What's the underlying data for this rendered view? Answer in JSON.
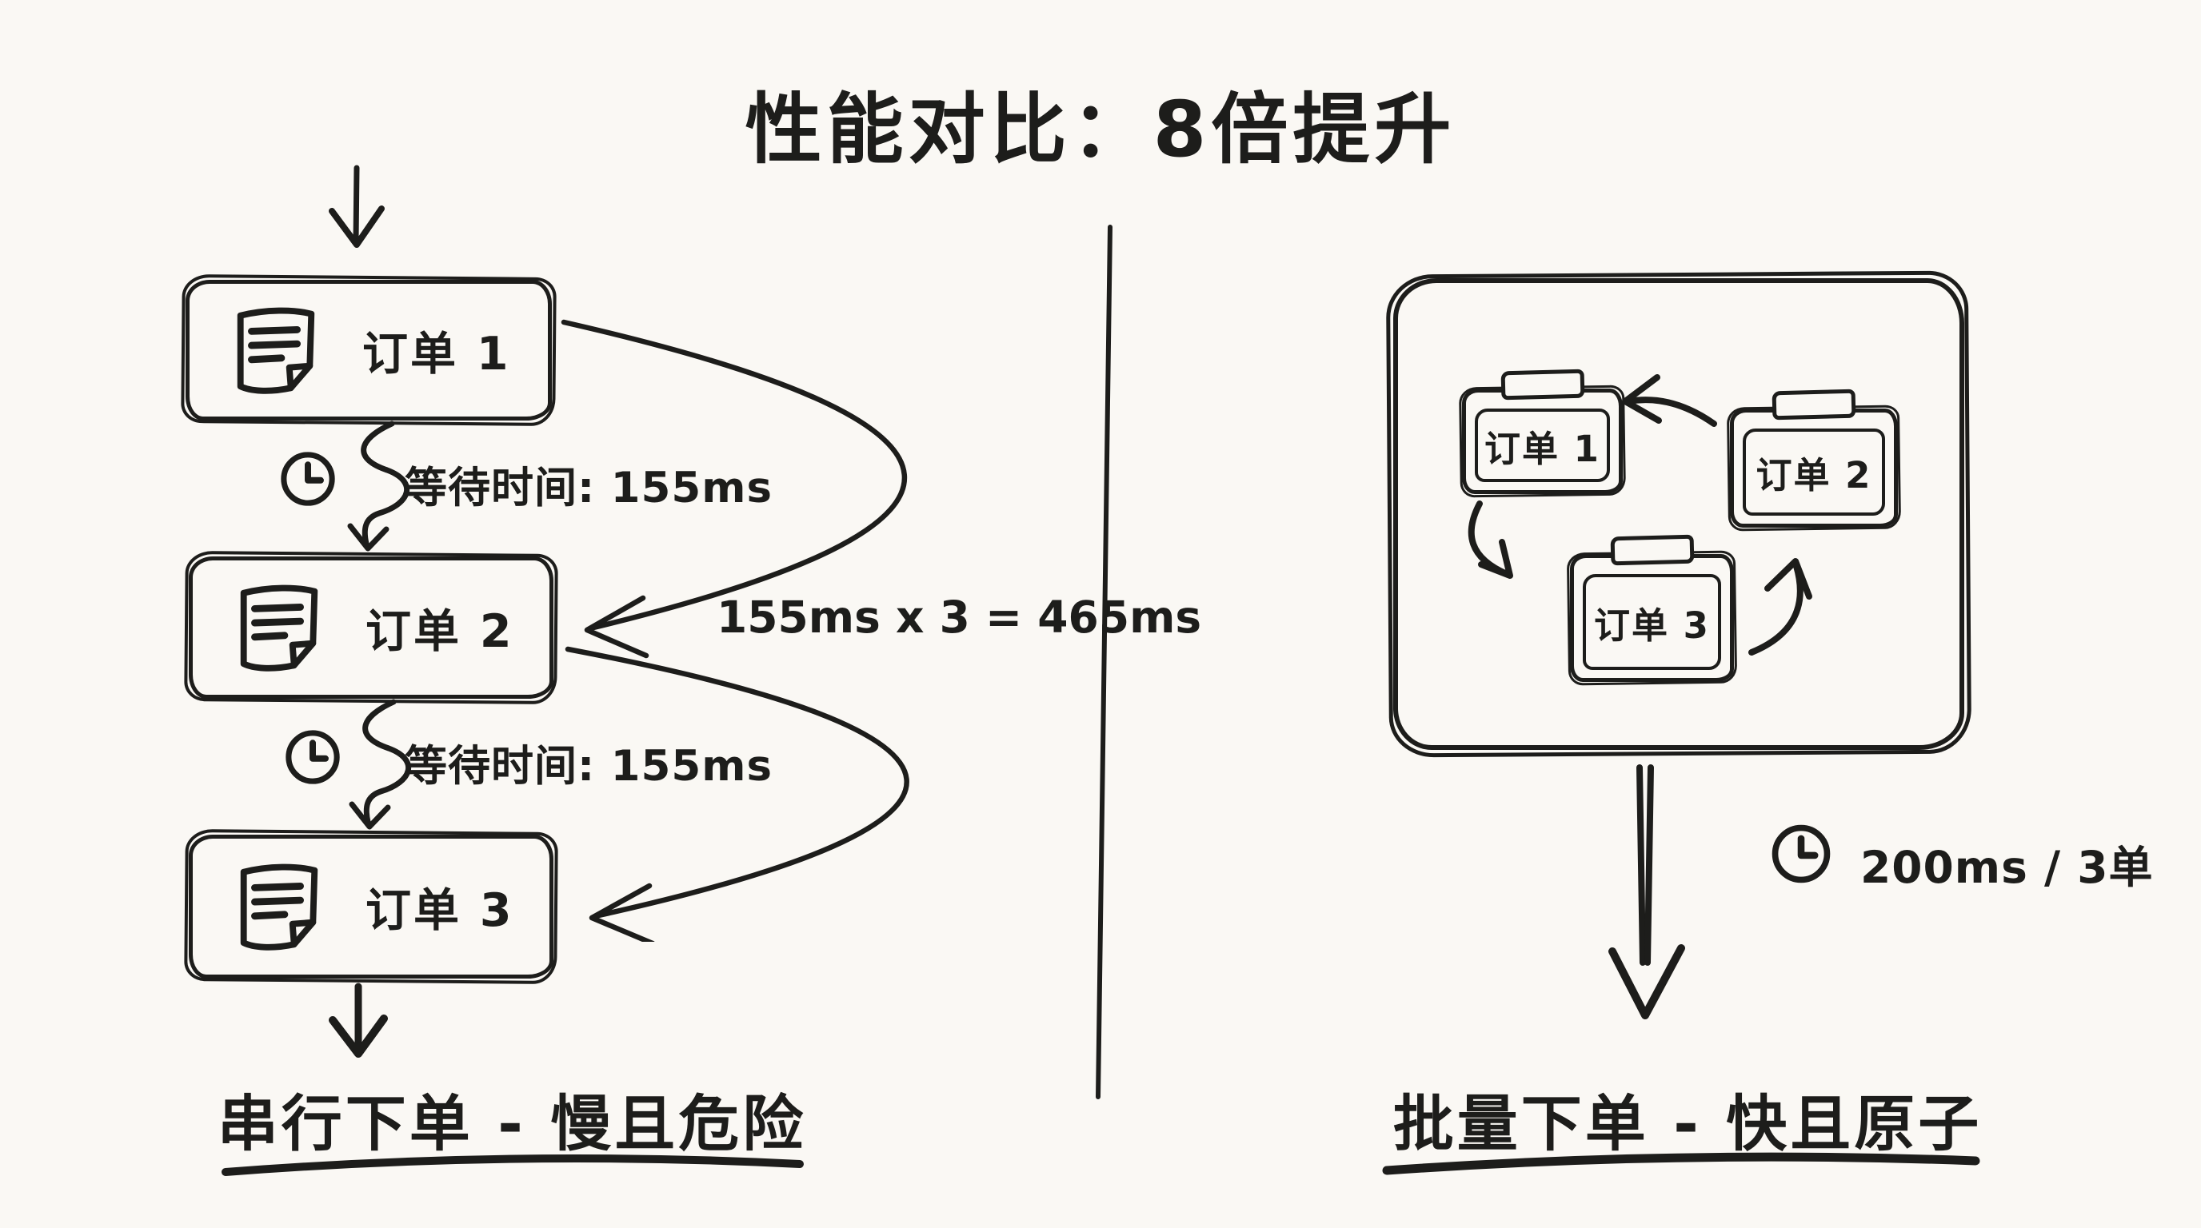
{
  "title": "性能对比：8倍提升",
  "colors": {
    "ink": "#1d1d1b",
    "background": "#faf8f4"
  },
  "icons_used": [
    "document-icon",
    "clock-icon",
    "down-arrow-icon",
    "curved-arrow-icon",
    "clipboard-icon"
  ],
  "left": {
    "orders": [
      {
        "label": "订单 1",
        "icon": "document-icon"
      },
      {
        "label": "订单 2",
        "icon": "document-icon"
      },
      {
        "label": "订单 3",
        "icon": "document-icon"
      }
    ],
    "waits": [
      {
        "icon": "clock-icon",
        "label": "等待时间: 155ms"
      },
      {
        "icon": "clock-icon",
        "label": "等待时间: 155ms"
      }
    ],
    "total_label": "155ms x 3 = 465ms",
    "caption": "串行下单 - 慢且危险"
  },
  "right": {
    "orders": [
      {
        "label": "订单 1",
        "icon": "clipboard-icon"
      },
      {
        "label": "订单 2",
        "icon": "clipboard-icon"
      },
      {
        "label": "订单 3",
        "icon": "clipboard-icon"
      }
    ],
    "time_icon": "clock-icon",
    "time_label": "200ms / 3单",
    "caption": "批量下单 - 快且原子"
  }
}
